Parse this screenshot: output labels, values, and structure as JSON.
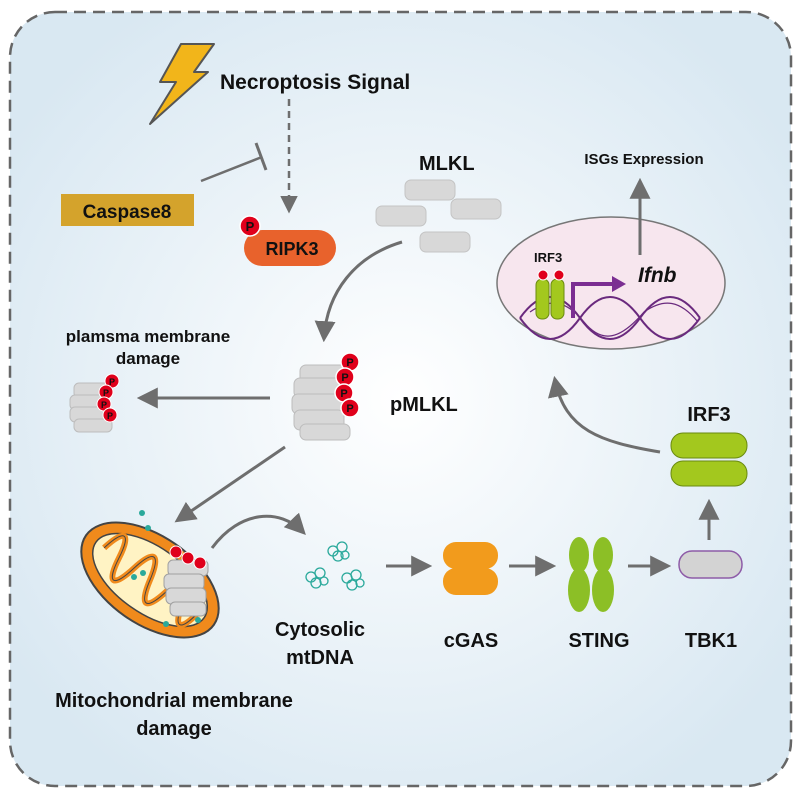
{
  "labels": {
    "signal": "Necroptosis Signal",
    "caspase": "Caspase8",
    "ripk3": "RIPK3",
    "phospho": "P",
    "mlkl": "MLKL",
    "pmlkl": "pMLKL",
    "plasma_line1": "plamsma membrane",
    "plasma_line2": "damage",
    "isgs": "ISGs Expression",
    "irf3_nucleus": "IRF3",
    "ifnb": "Ifnb",
    "irf3": "IRF3",
    "mtdna_line1": "Cytosolic",
    "mtdna_line2": "mtDNA",
    "cgas": "cGAS",
    "sting": "STING",
    "tbk1": "TBK1",
    "mito_line1": "Mitochondrial membrane",
    "mito_line2": "damage"
  },
  "colors": {
    "caspase": "#d4a32c",
    "ripk3": "#e8622c",
    "phospho": "#e0001b",
    "mlkl_block": "#d8d8d8",
    "gray_text": "#9a9a9a",
    "arrow": "#6e6e6e",
    "lightning": "#f2b51a",
    "mito": "#f08a1c",
    "cgas": "#f29b1c",
    "sting": "#8cbf26",
    "tbk1": "#d3d3d3",
    "tbk1_border": "#8e5ca8",
    "irf3": "#a3c81e",
    "nucleus": "#f7e6ee",
    "dna": "#6a2a7e",
    "mtdna": "#2aa99b"
  }
}
